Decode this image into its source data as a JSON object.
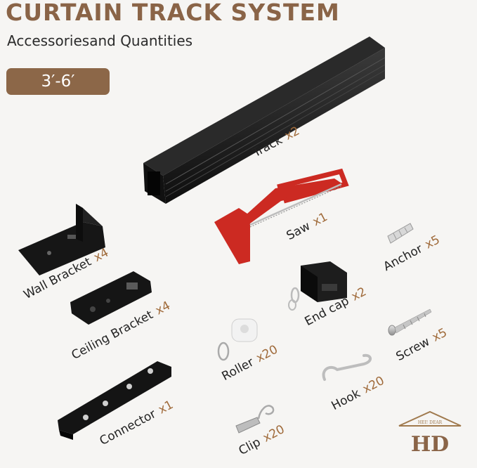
{
  "header": {
    "title": "CURTAIN TRACK SYSTEM",
    "subtitle": "Accessoriesand Quantities",
    "size_badge": "3′-6′"
  },
  "colors": {
    "brand_brown": "#8c6748",
    "quantity_brown": "#a06b3b",
    "saw_red": "#cc2a22",
    "background": "#f6f5f3"
  },
  "items": [
    {
      "name": "Track",
      "qty": "x2"
    },
    {
      "name": "Saw",
      "qty": "x1"
    },
    {
      "name": "Anchor",
      "qty": "x5"
    },
    {
      "name": "Wall Bracket",
      "qty": "x4"
    },
    {
      "name": "End cap",
      "qty": "x2"
    },
    {
      "name": "Ceiling Bracket",
      "qty": "x4"
    },
    {
      "name": "Screw",
      "qty": "x5"
    },
    {
      "name": "Roller",
      "qty": "x20"
    },
    {
      "name": "Hook",
      "qty": "x20"
    },
    {
      "name": "Connector",
      "qty": "x1"
    },
    {
      "name": "Clip",
      "qty": "x20"
    }
  ],
  "logo": {
    "top_text": "HEI! DEAR",
    "monogram": "HD"
  }
}
